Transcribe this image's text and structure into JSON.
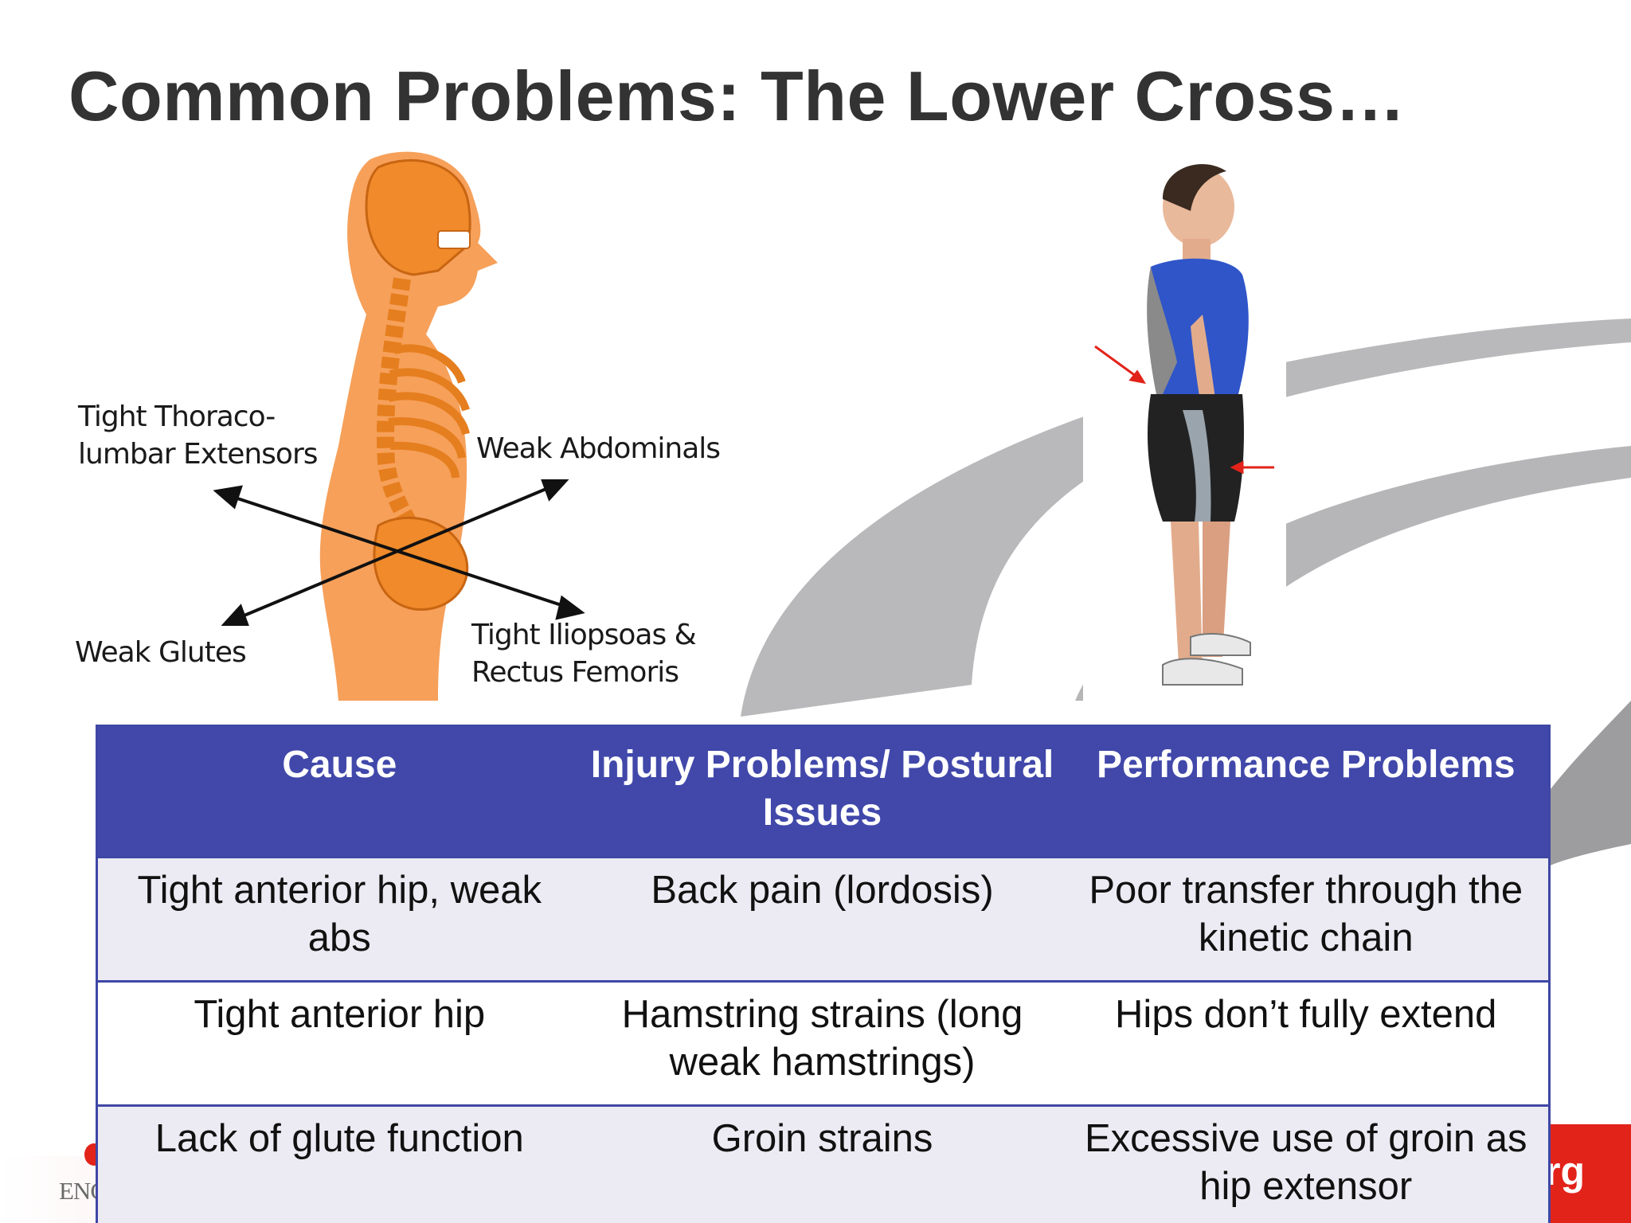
{
  "slide": {
    "title": "Common Problems:  The Lower Cross…",
    "footer_logo": "ENGLAND\\ATHLETICS",
    "footer_url_fragment": "rg",
    "brand_red": "#e2231a",
    "brand_blue": "#4148aa"
  },
  "diagram": {
    "labels": {
      "tight_thoraco_1": "Tight Thoraco-",
      "tight_thoraco_2": "lumbar Extensors",
      "weak_abdominals": "Weak Abdominals",
      "weak_glutes": "Weak Glutes",
      "tight_iliopsoas_1": "Tight Iliopsoas &",
      "tight_iliopsoas_2": "Rectus Femoris"
    }
  },
  "table": {
    "headers": [
      "Cause",
      "Injury Problems/ Postural Issues",
      "Performance Problems"
    ],
    "rows": [
      [
        "Tight anterior hip, weak abs",
        "Back pain (lordosis)",
        "Poor transfer through the kinetic chain"
      ],
      [
        "Tight anterior hip",
        "Hamstring  strains  (long weak hamstrings)",
        "Hips don’t fully extend"
      ],
      [
        "Lack of  glute function",
        "Groin strains",
        "Excessive use of groin as hip extensor"
      ]
    ]
  }
}
